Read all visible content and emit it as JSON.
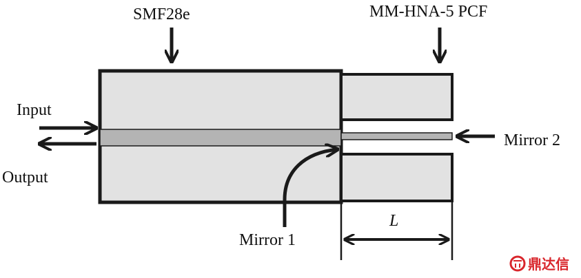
{
  "labels": {
    "smf": "SMF28e",
    "pcf": "MM-HNA-5 PCF",
    "input": "Input",
    "output": "Output",
    "mirror1": "Mirror 1",
    "mirror2": "Mirror 2",
    "length": "L"
  },
  "colors": {
    "stroke": "#1a1a1a",
    "cladding": "#e2e2e2",
    "core": "#b4b4b4",
    "watermark": "#d9262c"
  },
  "watermark": {
    "text": "鼎达信",
    "icon": "dingdaxin-logo-icon"
  }
}
